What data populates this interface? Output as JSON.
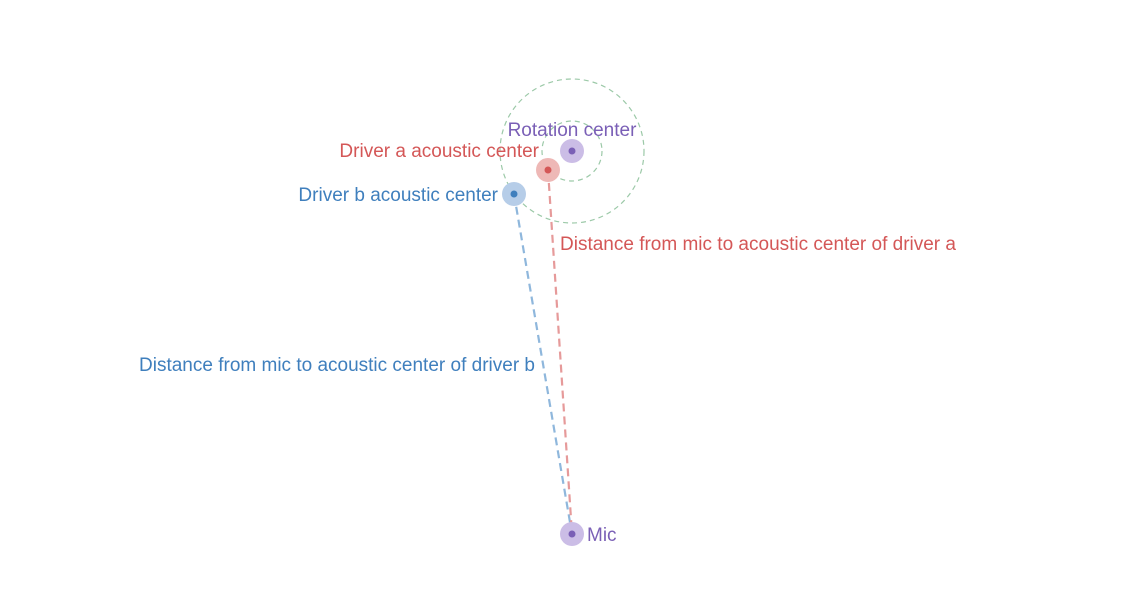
{
  "labels": {
    "rotation_center": "Rotation center",
    "driver_a": "Driver a acoustic center",
    "driver_b": "Driver b acoustic center",
    "distance_a": "Distance from mic to acoustic center of driver a",
    "distance_b": "Distance from mic to acoustic center of driver b",
    "mic": "Mic"
  },
  "colors": {
    "rotation": "#7a5fb6",
    "rotation_halo": "#cbbde6",
    "driver_a": "#d45757",
    "driver_a_halo": "#eeb8b6",
    "driver_a_line": "#e69a9a",
    "driver_b": "#3f7fbd",
    "driver_b_halo": "#b6cde8",
    "driver_b_line": "#8fb7dc",
    "guide_circle": "#9cc9a8"
  }
}
